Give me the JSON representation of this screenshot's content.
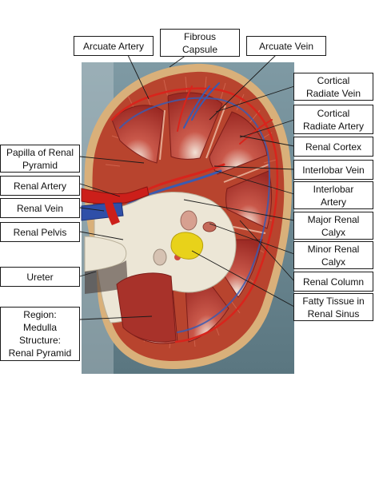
{
  "labels": {
    "arcuate_artery": "Arcuate Artery",
    "fibrous_capsule": "Fibrous\nCapsule",
    "arcuate_vein": "Arcuate Vein",
    "cortical_radiate_vein": "Cortical\nRadiate Vein",
    "cortical_radiate_artery": "Cortical\nRadiate Artery",
    "renal_cortex": "Renal Cortex",
    "interlobar_vein": "Interlobar Vein",
    "interlobar_artery": "Interlobar\nArtery",
    "major_renal_calyx": "Major Renal\nCalyx",
    "minor_renal_calyx": "Minor Renal\nCalyx",
    "renal_column": "Renal Column",
    "fatty_tissue": "Fatty Tissue in\nRenal Sinus",
    "papilla": "Papilla of Renal\nPyramid",
    "renal_artery": "Renal Artery",
    "renal_vein": "Renal Vein",
    "renal_pelvis": "Renal Pelvis",
    "ureter": "Ureter",
    "region": "Region:\nMedulla\nStructure:\nRenal Pyramid"
  },
  "colors": {
    "cortex": "#b8442e",
    "pyramid": "#a8322a",
    "artery": "#cc1f1a",
    "vein": "#2f4fa8",
    "pelvis": "#ece6d6",
    "fat": "#e8d21a",
    "background": "#6e8a94"
  }
}
